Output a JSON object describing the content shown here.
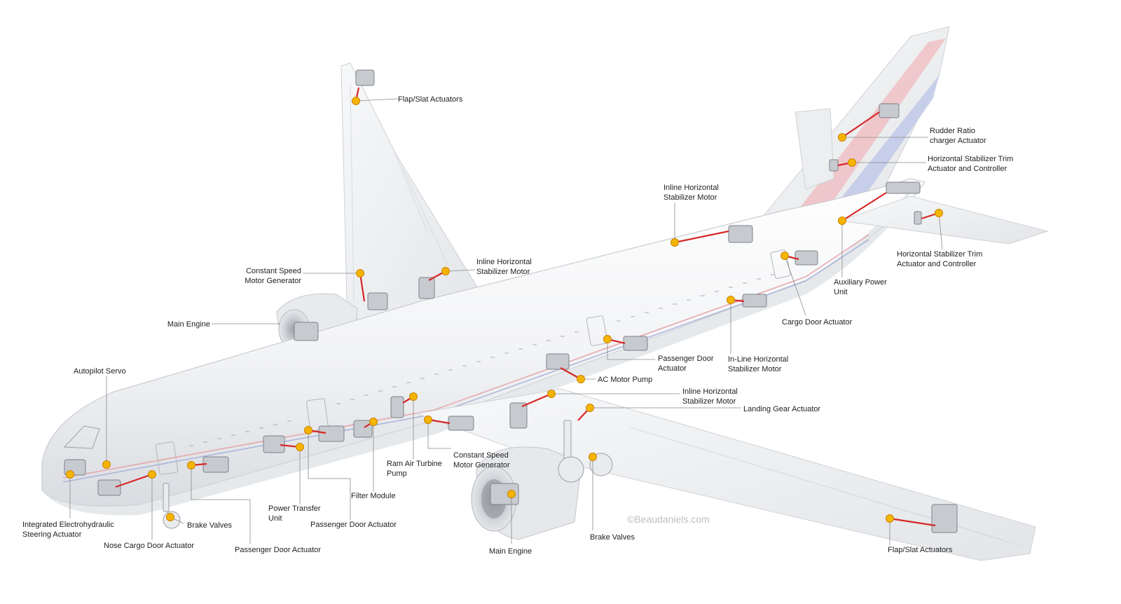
{
  "colors": {
    "marker": "#f5b400",
    "marker_outline": "#c98400",
    "hydraulic_line": "#d62828",
    "fuselage": "#f4f5f6",
    "fuselage_shadow": "#dfe1e4",
    "leader_line": "#8a8a8a",
    "tail_stripe_red": "#f0c2c6",
    "tail_stripe_blue": "#c3cbe8",
    "cheat_line_red": "#e5a4a9",
    "cheat_line_blue": "#aab4da"
  },
  "labels": {
    "flap_slat_left": "Flap/Slat Actuators",
    "rudder_ratio": "Rudder Ratio\ncharger Actuator",
    "hstab_trim_upper": "Horizontal Stabilizer Trim\nActuator and Controller",
    "inline_hstab_top": "Inline Horizontal\nStabilizer Motor",
    "hstab_trim_lower": "Horizontal Stabilizer Trim\nActuator and Controller",
    "apu": "Auxiliary Power\nUnit",
    "csmg_upper": "Constant Speed\nMotor Generator",
    "inline_hstab_mid": "Inline Horizontal\nStabilizer Motor",
    "main_engine_upper": "Main Engine",
    "cargo_door": "Cargo Door Actuator",
    "passenger_door_mid": "Passenger Door\nActuator",
    "inline_hstab_right": "In-Line Horizontal\nStabilizer Motor",
    "autopilot_servo": "Autopilot Servo",
    "ac_motor_pump": "AC Motor Pump",
    "inline_hstab_low": "Inline Horizontal\nStabilizer Motor",
    "landing_gear": "Landing Gear Actuator",
    "csmg_lower": "Constant Speed\nMotor Generator",
    "ram_air_turbine": "Ram Air Turbine\nPump",
    "filter_module": "Filter Module",
    "power_transfer": "Power Transfer\nUnit",
    "passenger_door_low": "Passenger Door Actuator",
    "ieh_steering": "Integrated Electrohydraulic\nSteering Actuator",
    "brake_valves_nose": "Brake Valves",
    "nose_cargo_door": "Nose Cargo Door Actuator",
    "passenger_door_front": "Passenger Door Actuator",
    "main_engine_lower": "Main Engine",
    "brake_valves_main": "Brake Valves",
    "flap_slat_right": "Flap/Slat Actuators"
  },
  "copyright": "©Beaudaniels.com"
}
